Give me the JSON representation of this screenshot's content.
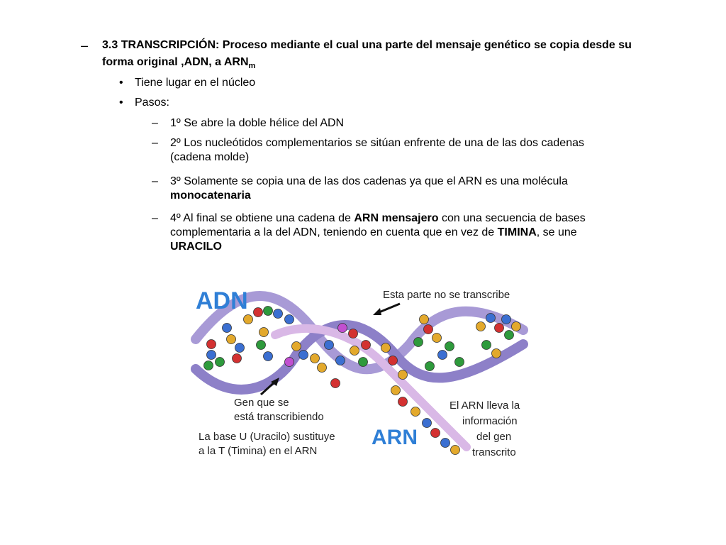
{
  "heading": {
    "dash": "–",
    "number_title": "3.3 TRANSCRIPCIÓN",
    "desc": ": Proceso mediante el cual una parte del mensaje genético se copia desde su",
    "desc2": "forma original ,ADN, a ARN",
    "sub": "m"
  },
  "bullets": [
    {
      "mark": "•",
      "text": "Tiene lugar en el núcleo"
    },
    {
      "mark": "•",
      "text": "Pasos:"
    }
  ],
  "steps": [
    {
      "mark": "–",
      "lines": [
        "1º Se abre la doble hélice del ADN"
      ]
    },
    {
      "mark": "–",
      "lines": [
        "2º Los nucleótidos complementarios se sitúan enfrente de una de las dos cadenas",
        "(cadena molde)"
      ]
    },
    {
      "mark": "–",
      "l1": "3º Solamente se copia una de las dos cadenas ya que el ARN es una molécula",
      "l2b": "monocatenaria"
    },
    {
      "mark": "–",
      "l1a": "4º Al final se obtiene una cadena de ",
      "l1b": "ARN mensajero",
      "l1c": " con una secuencia de bases",
      "l2a": "complementaria a la del ADN, teniendo en cuenta que en vez de ",
      "l2b": "TIMINA",
      "l2c": ", se une",
      "l3b": "URACILO"
    }
  ],
  "figure": {
    "adn_label": "ADN",
    "arn_label": "ARN",
    "note_top": "Esta parte no se transcribe",
    "note_gen_1": "Gen que se",
    "note_gen_2": "está transcribiendo",
    "note_base_1": "La base U (Uracilo) sustituye",
    "note_base_2": "a la T (Timina) en el ARN",
    "note_arn_1": "El ARN lleva la",
    "note_arn_2": "información",
    "note_arn_3": "del gen",
    "note_arn_4": "transcrito",
    "colors": {
      "label_blue": "#2f7fd6",
      "strand": "#a89ad6",
      "rna": "#d9b8e6",
      "A": "#3b6fd1",
      "T": "#2e9a3c",
      "G": "#d33131",
      "C": "#e3a92c",
      "U": "#c14fd0"
    }
  }
}
